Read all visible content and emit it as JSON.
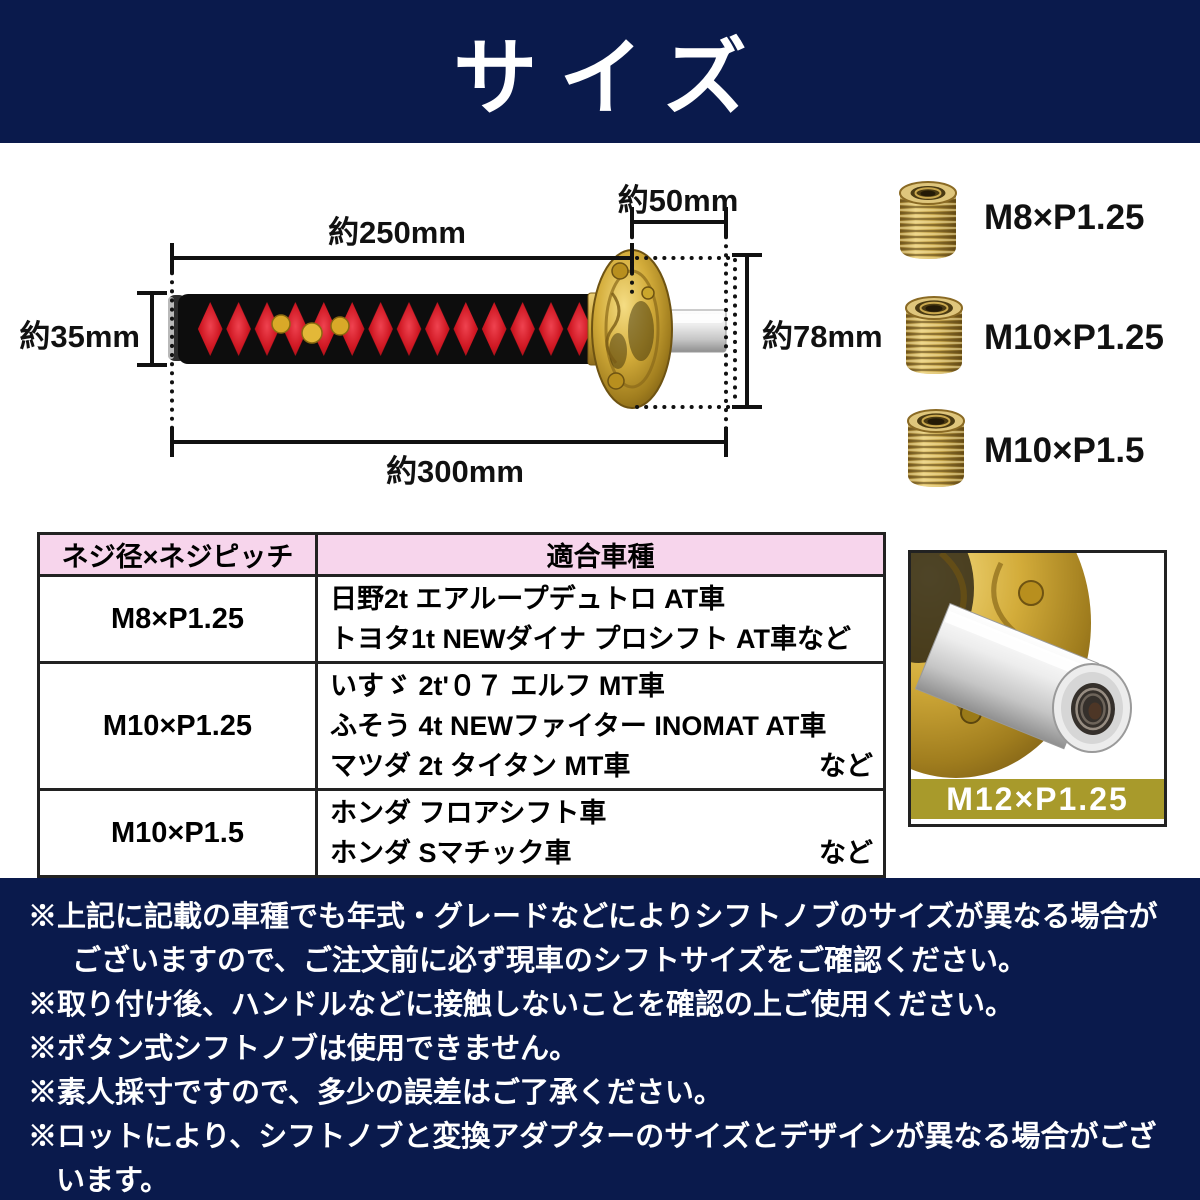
{
  "title": "サイズ",
  "diagram": {
    "dim_250": "約250mm",
    "dim_50": "約50mm",
    "dim_35": "約35mm",
    "dim_78": "約78mm",
    "dim_300": "約300mm"
  },
  "adapters": [
    {
      "label": "M8×P1.25"
    },
    {
      "label": "M10×P1.25"
    },
    {
      "label": "M10×P1.5"
    }
  ],
  "table": {
    "headers": [
      "ネジ径×ネジピッチ",
      "適合車種"
    ],
    "rows": [
      {
        "size": "M8×P1.25",
        "vehicles": [
          "日野2t エアループデュトロ AT車",
          "トヨタ1t NEWダイナ プロシフト AT車など"
        ],
        "suffix": ""
      },
      {
        "size": "M10×P1.25",
        "vehicles": [
          "いすゞ 2t'０７ エルフ MT車",
          "ふそう 4t NEWファイター INOMAT AT車",
          "マツダ 2t タイタン MT車"
        ],
        "suffix": "など"
      },
      {
        "size": "M10×P1.5",
        "vehicles": [
          "ホンダ フロアシフト車",
          "ホンダ Sマチック車"
        ],
        "suffix": "など"
      }
    ]
  },
  "photo": {
    "label": "M12×P1.25"
  },
  "footer": {
    "lines": [
      {
        "text": "※上記に記載の車種でも年式・グレードなどによりシフトノブのサイズが異なる場合が"
      },
      {
        "text": "ございますので、ご注文前に必ず現車のシフトサイズをご確認ください。"
      },
      {
        "text": "※取り付け後、ハンドルなどに接触しないことを確認の上ご使用ください。"
      },
      {
        "text": "※ボタン式シフトノブは使用できません。"
      },
      {
        "text": "※素人採寸ですので、多少の誤差はご了承ください。"
      },
      {
        "text": "※ロットにより、シフトノブと変換アダプターのサイズとデザインが異なる場合がござ"
      },
      {
        "text": "います。"
      }
    ]
  },
  "colors": {
    "navy": "#0a1a4c",
    "table_header_pink": "#f7d5ec",
    "photo_label_olive": "#a89a2b",
    "diamond_red": "#c8131f",
    "brass_gold": "#c9a84e"
  }
}
